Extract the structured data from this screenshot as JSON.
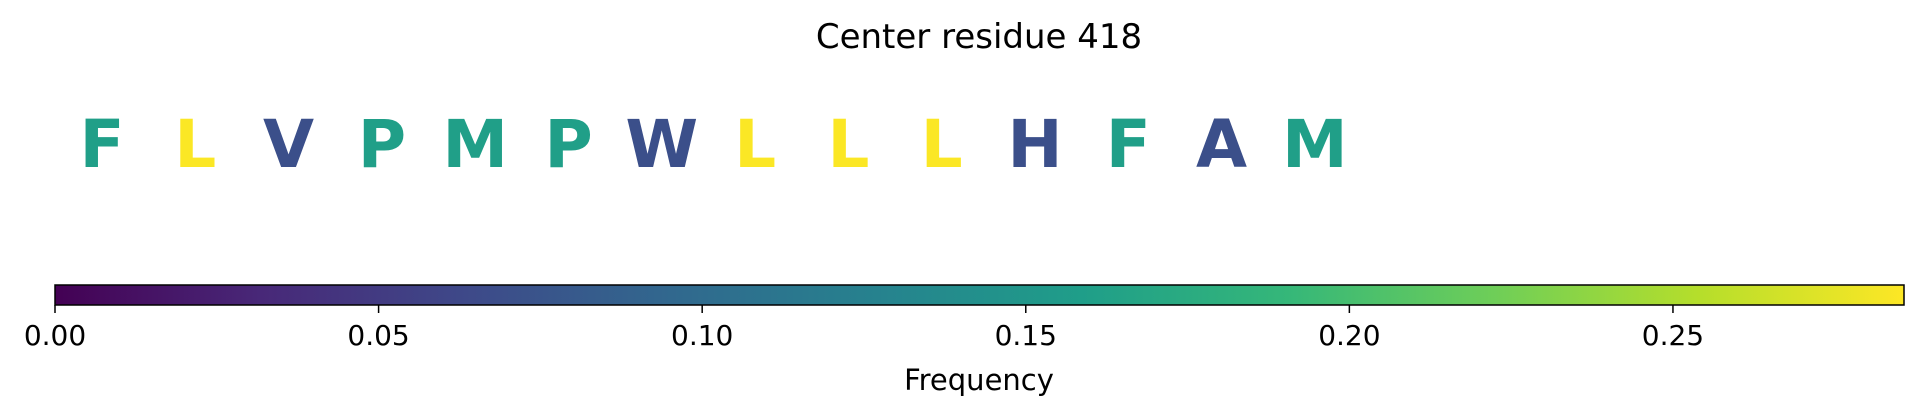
{
  "chart_data": {
    "type": "heatmap",
    "title": "Center residue 418",
    "residues": [
      {
        "letter": "F",
        "frequency": 0.16
      },
      {
        "letter": "L",
        "frequency": 0.285
      },
      {
        "letter": "V",
        "frequency": 0.07
      },
      {
        "letter": "P",
        "frequency": 0.16
      },
      {
        "letter": "M",
        "frequency": 0.16
      },
      {
        "letter": "P",
        "frequency": 0.16
      },
      {
        "letter": "W",
        "frequency": 0.07
      },
      {
        "letter": "L",
        "frequency": 0.285
      },
      {
        "letter": "L",
        "frequency": 0.285
      },
      {
        "letter": "L",
        "frequency": 0.285
      },
      {
        "letter": "H",
        "frequency": 0.07
      },
      {
        "letter": "F",
        "frequency": 0.16
      },
      {
        "letter": "A",
        "frequency": 0.07
      },
      {
        "letter": "M",
        "frequency": 0.16
      }
    ],
    "colorbar": {
      "label": "Frequency",
      "range": [
        0,
        0.2857
      ],
      "ticks": [
        0.0,
        0.05,
        0.1,
        0.15,
        0.2,
        0.25
      ],
      "tick_labels": [
        "0.00",
        "0.05",
        "0.10",
        "0.15",
        "0.20",
        "0.25"
      ],
      "colormap": "viridis"
    }
  }
}
